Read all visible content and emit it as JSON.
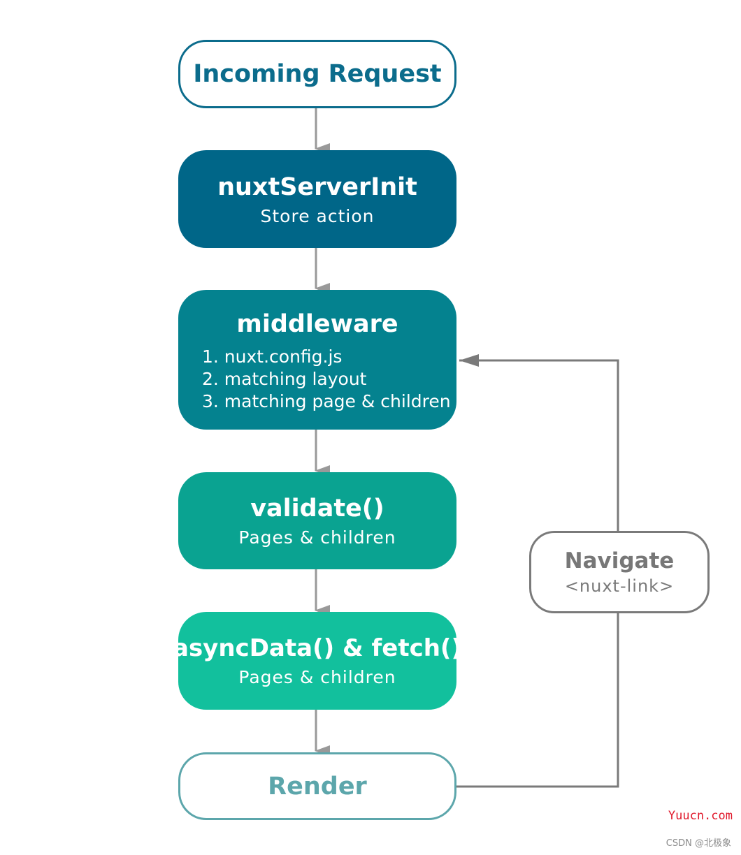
{
  "nodes": {
    "incoming": {
      "title": "Incoming Request"
    },
    "server_init": {
      "title": "nuxtServerInit",
      "subtitle": "Store action"
    },
    "middleware": {
      "title": "middleware",
      "items": [
        "1. nuxt.config.js",
        "2. matching layout",
        "3. matching page & children"
      ]
    },
    "validate": {
      "title": "validate()",
      "subtitle": "Pages & children"
    },
    "async_data": {
      "title": "asyncData() & fetch()",
      "subtitle": "Pages & children"
    },
    "render": {
      "title": "Render"
    },
    "navigate": {
      "title": "Navigate",
      "subtitle": "<nuxt-link>"
    }
  },
  "watermarks": {
    "site": "Yuucn.com",
    "csdn": "CSDN @北极象"
  },
  "colors": {
    "incoming_border": "#0b6c8c",
    "server_init_fill": "#006688",
    "middleware_fill": "#04828f",
    "validate_fill": "#0aa391",
    "async_fill": "#12c09d",
    "render_border": "#5ca6ab",
    "navigate_border": "#7a7a7a",
    "arrow": "#999999",
    "loop_line": "#7a7a7a"
  }
}
